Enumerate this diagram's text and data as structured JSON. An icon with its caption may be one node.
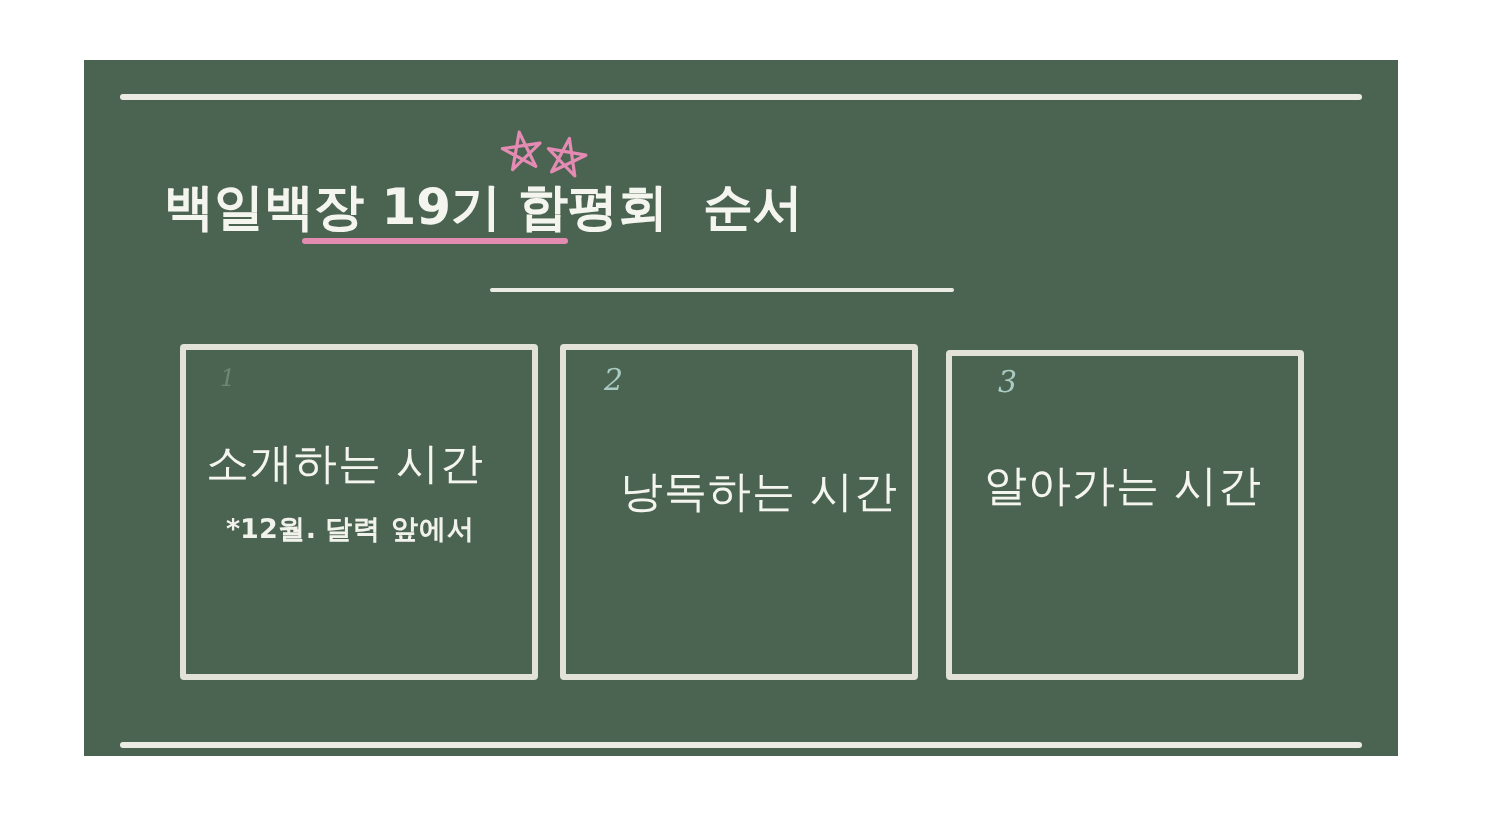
{
  "diagram": {
    "title": "백일백장 19기 합평회  순서",
    "nodes": [
      {
        "text": [
          "1",
          "소개하는 시간",
          "*12월. 달력 앞에서"
        ]
      },
      {
        "text": [
          "2",
          "낭독하는 시간"
        ]
      },
      {
        "text": [
          "3",
          "알아가는 시간"
        ]
      }
    ]
  }
}
